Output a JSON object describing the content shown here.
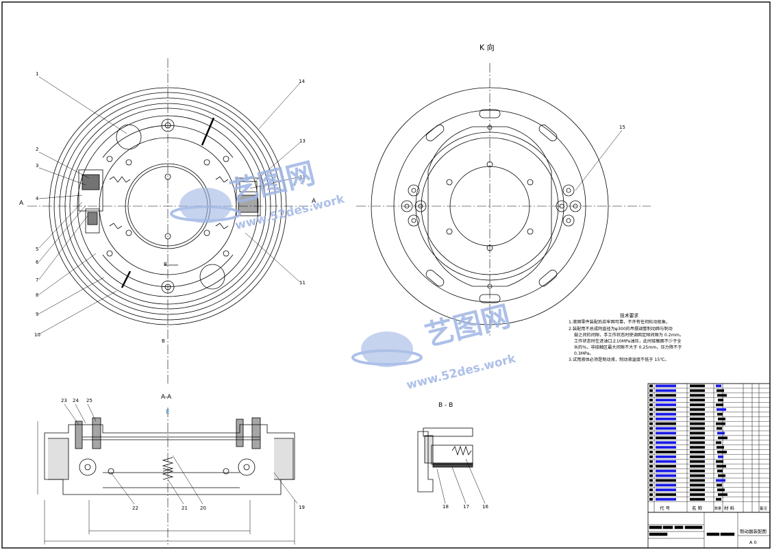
{
  "views": {
    "k_view_title": "K 向",
    "aa_title": "A-A",
    "bb_title": "B - B",
    "section_a_left": "A",
    "section_a_right": "A",
    "section_b_top": "B",
    "section_b_bottom": "B",
    "aa_marker": "E"
  },
  "part_labels": {
    "p1": "1",
    "p2": "2",
    "p3": "3",
    "p4": "4",
    "p5": "5",
    "p6": "6",
    "p7": "7",
    "p8": "8",
    "p9": "9",
    "p10": "10",
    "p11": "11",
    "p12": "12",
    "p13": "13",
    "p14": "14",
    "p15": "15",
    "p16": "16",
    "p17": "17",
    "p18": "18",
    "p19": "19",
    "p20": "20",
    "p21": "21",
    "p22": "22",
    "p23": "23",
    "p24": "24",
    "p25": "25"
  },
  "tech_notes": {
    "title": "技术要求",
    "line1": "1.液固零件装配后应牢固可靠，不许有任何松动现象。",
    "line2": "2.装配用不总成同直径为φ300的吊摆调整制动蹄与制动",
    "line3": "鼓之间的间隙，手工作状态时使调固定隙间隙为 0.2mm。",
    "line4": "工作状态时在进油口上10MPa油压，此时接触面不少于全",
    "line5": "长的%，非接触区最大间隙不大于 0.25mm，压力降不于",
    "line6": "0.3MPa。",
    "line7": "3.试用液体必须是制动液，制动液温度不低于 15℃。"
  },
  "watermark": {
    "brand": "艺图网",
    "url": "www.52des.work"
  },
  "title_block": {
    "col_code": "代 号",
    "col_name": "名 称",
    "col_qty": "数量",
    "col_material": "材 料",
    "col_remark": "备注",
    "drawing_name": "制动器装配图",
    "sheet_size": "A 0"
  },
  "colors": {
    "line": "#000000",
    "watermark": "#9fb6e4",
    "redaction_blue": "#1a1ae6"
  }
}
